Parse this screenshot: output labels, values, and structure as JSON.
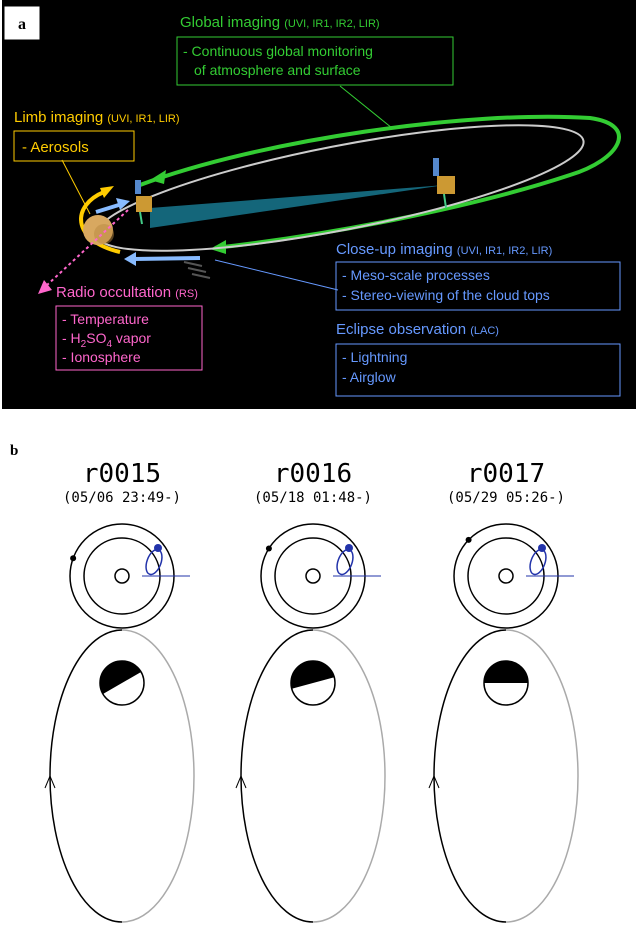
{
  "panel_a": {
    "label": "a",
    "global_imaging": {
      "title": "Global imaging",
      "instruments": "(UVI, IR1, IR2, LIR)",
      "lines": [
        "- Continuous global monitoring",
        "of atmosphere and surface"
      ]
    },
    "limb_imaging": {
      "title": "Limb imaging",
      "instruments": "(UVI, IR1, LIR)",
      "lines": [
        "- Aerosols"
      ]
    },
    "close_up_imaging": {
      "title": "Close-up imaging",
      "instruments": "(UVI, IR1, IR2, LIR)",
      "lines": [
        "- Meso-scale processes",
        "- Stereo-viewing of the cloud tops"
      ]
    },
    "radio_occultation": {
      "title": "Radio occultation",
      "instruments": "(RS)",
      "line1": "- Temperature",
      "h2so4_prefix": "- H",
      "h2so4_sub1": "2",
      "h2so4_mid": "SO",
      "h2so4_sub2": "4",
      "h2so4_suffix": " vapor",
      "line3": "- Ionosphere"
    },
    "eclipse_observation": {
      "title": "Eclipse observation",
      "instruments": "(LAC)",
      "lines": [
        "- Lightning",
        "- Airglow"
      ]
    },
    "colors": {
      "background": "#000000",
      "global": "#33cc33",
      "limb": "#ffcc00",
      "closeup": "#6699ff",
      "radio": "#ff66cc",
      "orbit": "#cccccc",
      "planet": "#d8a860",
      "beam": "#22aacc"
    }
  },
  "panel_b": {
    "label": "b",
    "orbits": [
      {
        "id": "r0015",
        "time": "(05/06 23:49-)",
        "terminator_angle_deg": 30
      },
      {
        "id": "r0016",
        "time": "(05/18 01:48-)",
        "terminator_angle_deg": 15
      },
      {
        "id": "r0017",
        "time": "(05/29 05:26-)",
        "terminator_angle_deg": 0
      }
    ],
    "colors": {
      "orbit_small": "#2233aa",
      "line": "#000000",
      "gray_line": "#aaaaaa"
    }
  }
}
